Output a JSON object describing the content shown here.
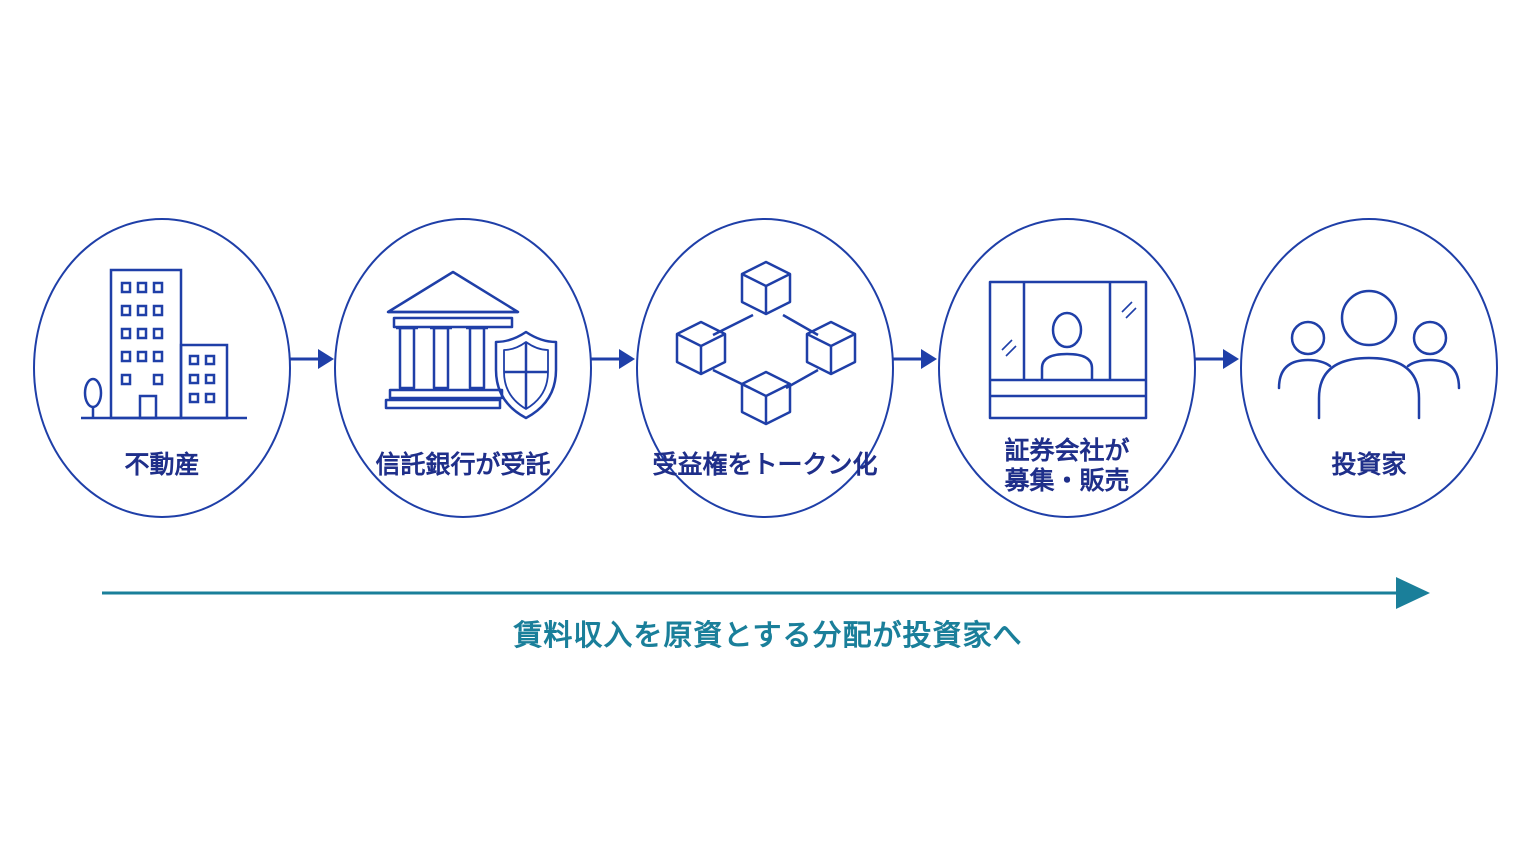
{
  "colors": {
    "stroke": "#1f3fa8",
    "label": "#1f2f8a",
    "timeline": "#1a7f9a"
  },
  "steps": [
    {
      "icon": "building-icon",
      "lines": [
        "不動産"
      ]
    },
    {
      "icon": "bank-shield-icon",
      "lines": [
        "信託銀行が受託"
      ]
    },
    {
      "icon": "blockchain-cubes-icon",
      "lines": [
        "受益権をトークン化"
      ]
    },
    {
      "icon": "securities-counter-icon",
      "lines": [
        "証券会社が",
        "募集・販売"
      ]
    },
    {
      "icon": "investors-group-icon",
      "lines": [
        "投資家"
      ]
    }
  ],
  "timeline": {
    "caption": "賃料収入を原資とする分配が投資家へ"
  }
}
